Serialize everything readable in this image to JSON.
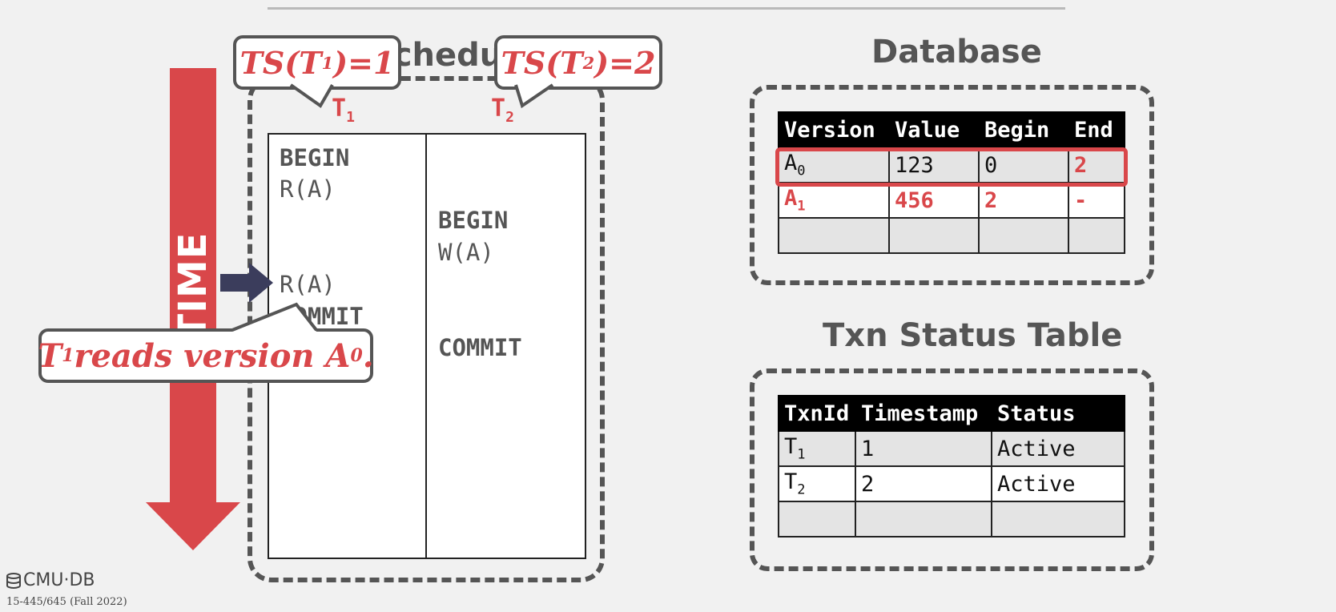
{
  "time_label": "TIME",
  "schedule": {
    "title": "Schedule",
    "t1_name": "T",
    "t1_sub": "1",
    "t2_name": "T",
    "t2_sub": "2",
    "t1_ops": [
      "BEGIN",
      "R(A)",
      "R(A)",
      "COMMIT"
    ],
    "t2_ops": [
      "BEGIN",
      "W(A)",
      "COMMIT"
    ]
  },
  "callouts": {
    "ts1": {
      "pre": "TS(T",
      "sub": "1",
      "post": ")=1"
    },
    "ts2": {
      "pre": "TS(T",
      "sub": "2",
      "post": ")=2"
    },
    "reads": {
      "pre": "T",
      "sub": "1",
      "mid": " reads version A",
      "sub2": "0",
      "post": "."
    }
  },
  "database": {
    "title": "Database",
    "headers": [
      "Version",
      "Value",
      "Begin",
      "End"
    ],
    "rows": [
      {
        "version": "A",
        "sub": "0",
        "value": "123",
        "begin": "0",
        "end": "2"
      },
      {
        "version": "A",
        "sub": "1",
        "value": "456",
        "begin": "2",
        "end": "-"
      }
    ]
  },
  "txn_status": {
    "title": "Txn Status Table",
    "headers": [
      "TxnId",
      "Timestamp",
      "Status"
    ],
    "rows": [
      {
        "txn": "T",
        "sub": "1",
        "timestamp": "1",
        "status": "Active"
      },
      {
        "txn": "T",
        "sub": "2",
        "timestamp": "2",
        "status": "Active"
      }
    ]
  },
  "footer": {
    "logo": "CMU·DB",
    "course": "15-445/645 (Fall 2022)"
  },
  "colors": {
    "accent": "#d9474a",
    "dark": "#555555",
    "pointer": "#3b3d5c"
  }
}
